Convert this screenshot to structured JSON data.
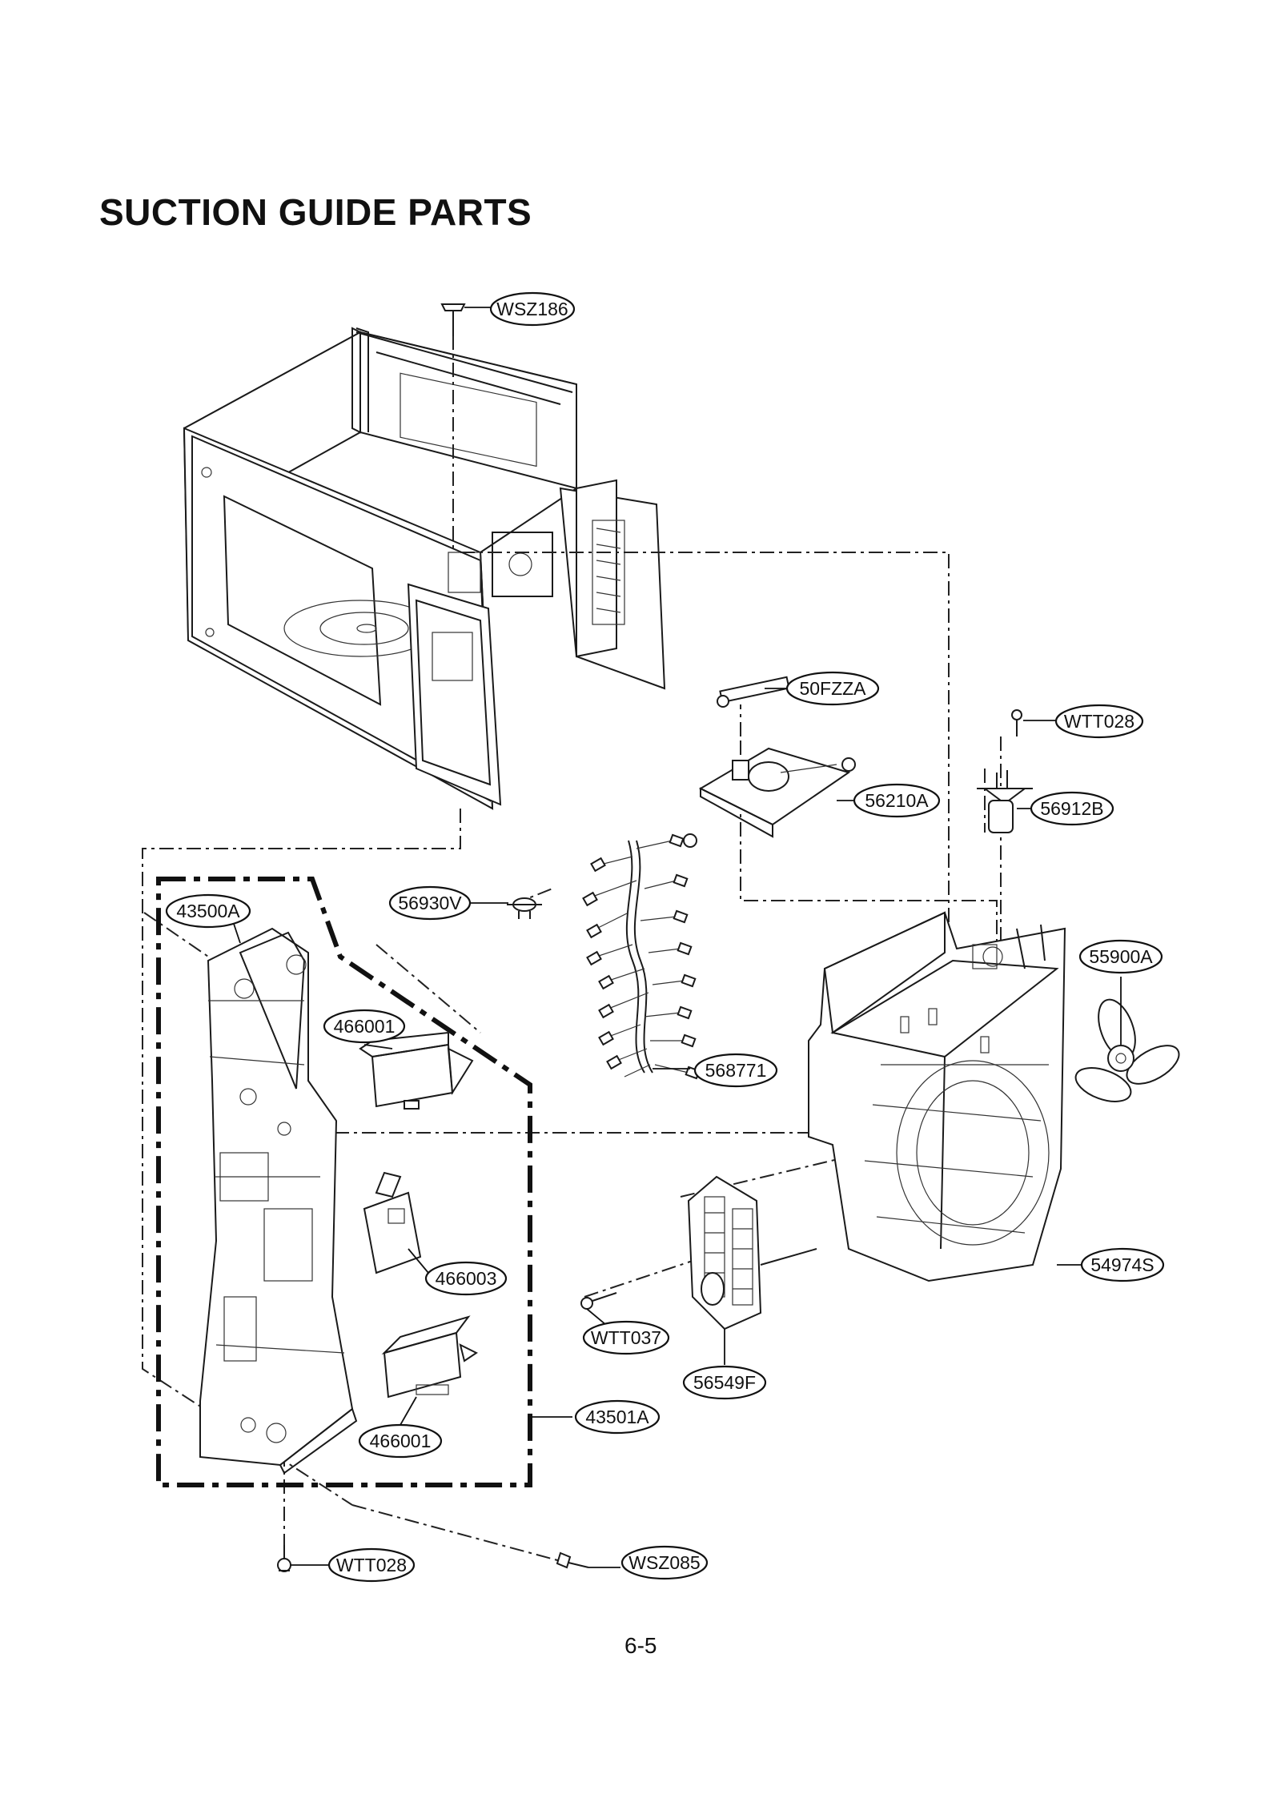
{
  "title": "SUCTION GUIDE PARTS",
  "page_number": "6-5",
  "parts": [
    {
      "id": "wsz186",
      "code": "WSZ186"
    },
    {
      "id": "50fzza",
      "code": "50FZZA"
    },
    {
      "id": "wtt028-top",
      "code": "WTT028"
    },
    {
      "id": "56210a",
      "code": "56210A"
    },
    {
      "id": "56912b",
      "code": "56912B"
    },
    {
      "id": "56930v",
      "code": "56930V"
    },
    {
      "id": "43500a",
      "code": "43500A"
    },
    {
      "id": "55900a",
      "code": "55900A"
    },
    {
      "id": "466001-top",
      "code": "466001"
    },
    {
      "id": "568771",
      "code": "568771"
    },
    {
      "id": "466003",
      "code": "466003"
    },
    {
      "id": "54974s",
      "code": "54974S"
    },
    {
      "id": "wtt037",
      "code": "WTT037"
    },
    {
      "id": "56549f",
      "code": "56549F"
    },
    {
      "id": "43501a",
      "code": "43501A"
    },
    {
      "id": "466001-bottom",
      "code": "466001"
    },
    {
      "id": "wtt028-bottom",
      "code": "WTT028"
    },
    {
      "id": "wsz085",
      "code": "WSZ085"
    }
  ]
}
